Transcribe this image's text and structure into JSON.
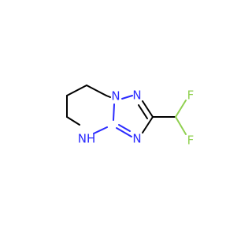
{
  "molecule": {
    "atoms": {
      "n_bridge": "N",
      "n_top": "N",
      "n_bottom": "N",
      "nh": "NH",
      "f_top": "F",
      "f_bottom": "F"
    },
    "colors": {
      "bond": "#000000",
      "nitrogen": "#2a2aff",
      "fluorine": "#90d050",
      "background": "#ffffff"
    }
  }
}
